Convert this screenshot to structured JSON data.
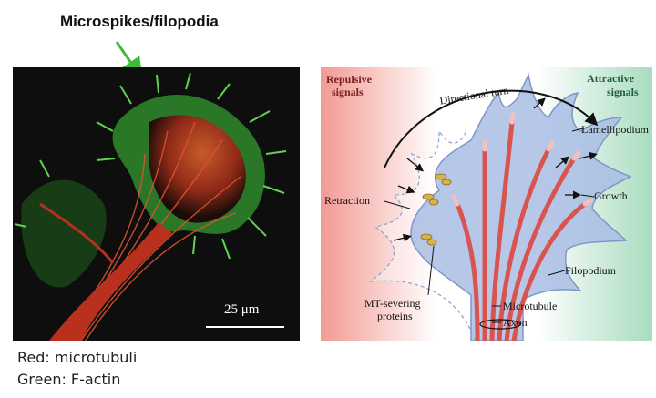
{
  "header": {
    "title": "Microspikes/filopodia"
  },
  "micrograph": {
    "scale_bar": "25 μm"
  },
  "legend": {
    "red": "Red: microtubuli",
    "green": "Green: F-actin"
  },
  "diagram": {
    "labels": {
      "repulsive_1": "Repulsive",
      "repulsive_2": "signals",
      "attractive_1": "Attractive",
      "attractive_2": "signals",
      "turn": "Directional turn",
      "lamellipodium": "Lamellipodium",
      "retraction": "Retraction",
      "growth": "Growth",
      "filopodium": "Filopodium",
      "mt_severing_1": "MT-severing",
      "mt_severing_2": "proteins",
      "microtubule": "Microtubule",
      "axon": "Axon"
    },
    "colors": {
      "repulsive": "#f29a93",
      "attractive": "#a9dcc0",
      "cone_fill": "#a9bde4",
      "microtubule": "#d9534f"
    }
  }
}
